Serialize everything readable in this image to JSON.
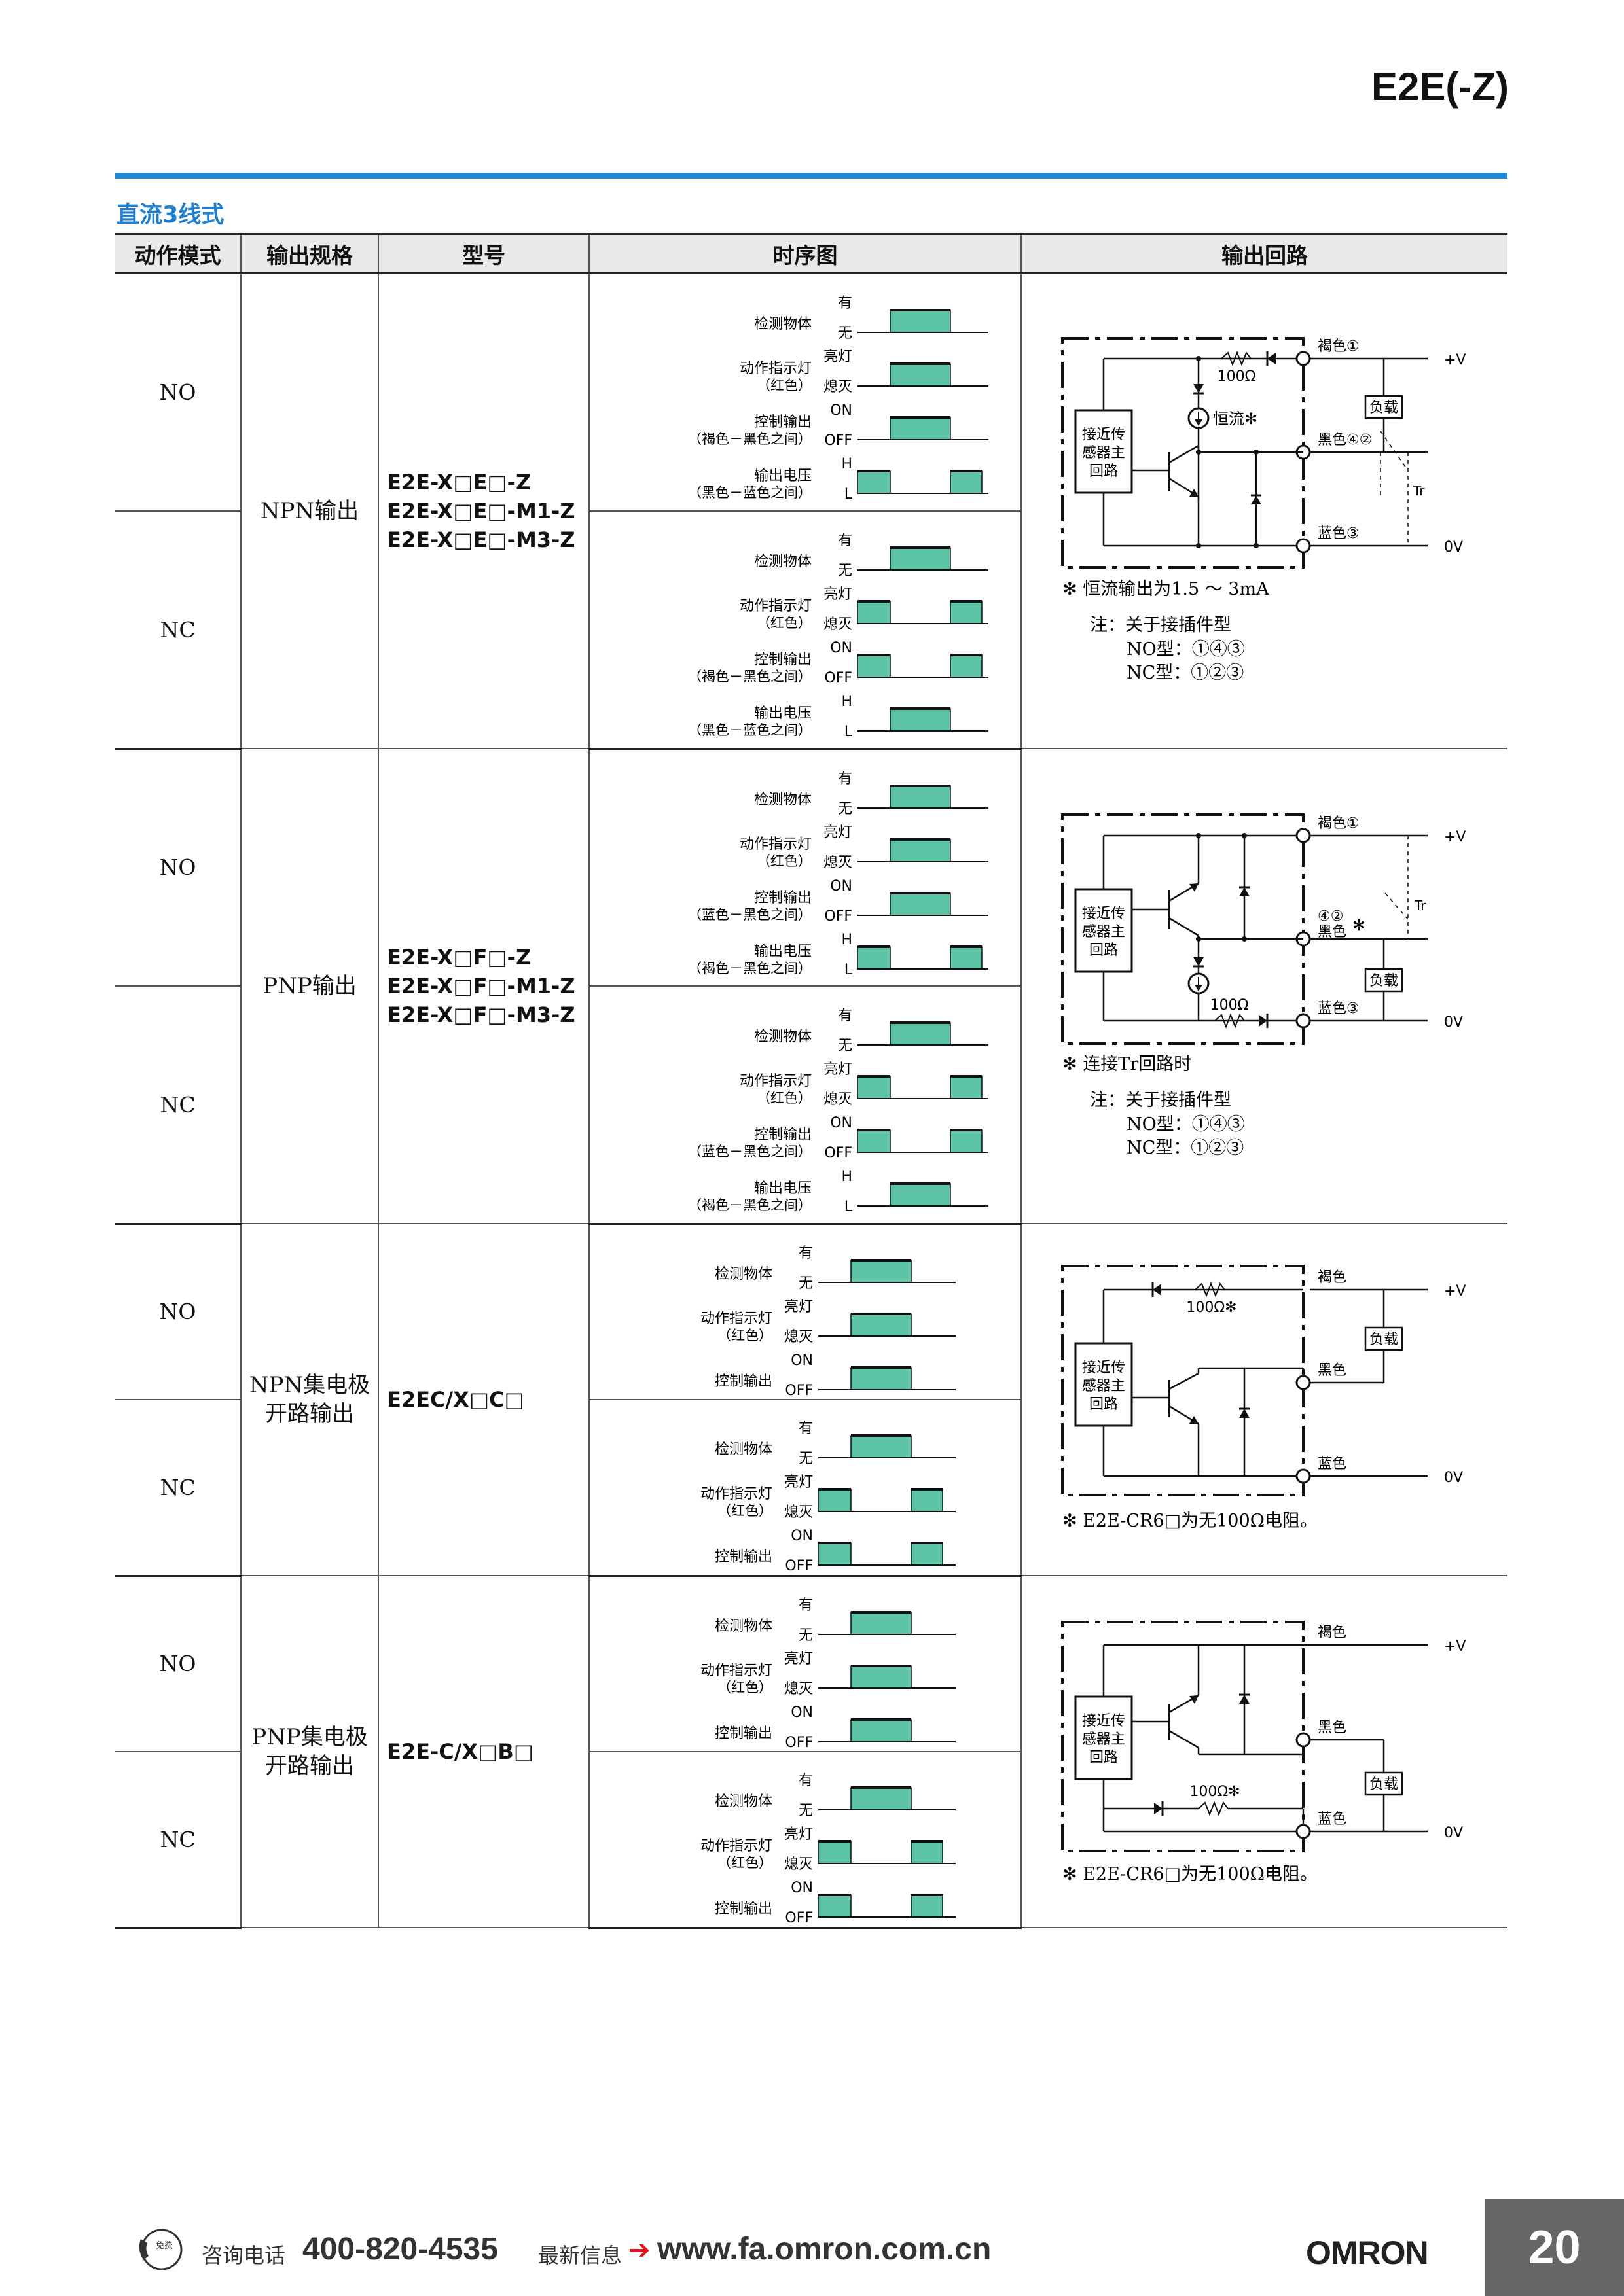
{
  "header": {
    "title": "E2E(-Z)",
    "section": "直流3线式"
  },
  "table": {
    "headers": [
      "动作模式",
      "输出规格",
      "型号",
      "时序图",
      "输出回路"
    ],
    "groups": [
      {
        "output": "NPN输出",
        "models": [
          "E2E-X□E□-Z",
          "E2E-X□E□-M1-Z",
          "E2E-X□E□-M3-Z"
        ]
      },
      {
        "output": "PNP输出",
        "models": [
          "E2E-X□F□-Z",
          "E2E-X□F□-M1-Z",
          "E2E-X□F□-M3-Z"
        ]
      },
      {
        "output": "NPN集电极\n开路输出",
        "output_l1": "NPN集电极",
        "output_l2": "开路输出",
        "models": [
          "E2EC/X□C□"
        ]
      },
      {
        "output": "PNP集电极\n开路输出",
        "output_l1": "PNP集电极",
        "output_l2": "开路输出",
        "models": [
          "E2E-C/X□B□"
        ]
      }
    ],
    "modes": {
      "no": "NO",
      "nc": "NC"
    }
  },
  "timing": {
    "detect": "检测物体",
    "have": "有",
    "none": "无",
    "indicator1": "动作指示灯",
    "indicator2": "（红色）",
    "lit": "亮灯",
    "off_light": "熄灭",
    "ctrl": "控制输出",
    "ctrl_sub_bk_bu": "（褐色－黑色之间）",
    "ctrl_sub_bu_bk": "（蓝色－黑色之间）",
    "on": "ON",
    "off": "OFF",
    "vout": "输出电压",
    "vout_sub_bk_bu": "（黑色－蓝色之间）",
    "vout_sub_bn_bk": "（褐色－黑色之间）",
    "high": "H",
    "low": "L"
  },
  "circuits": {
    "main": [
      "接近传",
      "感器主",
      "回路"
    ],
    "brown1": "褐色①",
    "brown": "褐色",
    "black42": "黑色④②",
    "black": "黑色",
    "num42": "④②",
    "blue3": "蓝色③",
    "blue": "蓝色",
    "vplus": "+V",
    "zerov": "0V",
    "load": "负载",
    "r100": "100Ω",
    "r100s": "100Ω✻",
    "const": "恒流✻",
    "tr": "Tr",
    "ast": "✻",
    "c1_note": "✻ 恒流输出为1.5 ～ 3mA",
    "c2_note": "✻ 连接Tr回路时",
    "c3_note": "✻ E2E-CR6□为无100Ω电阻。",
    "c4_note": "✻ E2E-CR6□为无100Ω电阻。",
    "pin_note": {
      "title": "注：关于接插件型",
      "no": "NO型：①④③",
      "nc": "NC型：①②③"
    }
  },
  "footer": {
    "phone_label": "咨询电话",
    "phone": "400-820-4535",
    "news_label": "最新信息",
    "arrow": "➔",
    "url": "www.fa.omron.com.cn",
    "logo": "OMRON",
    "icon_text": "免费",
    "page": "20"
  },
  "colors": {
    "accent": "#1e88d6",
    "pulse": "#5ec4a8",
    "footer_box": "#666666"
  }
}
